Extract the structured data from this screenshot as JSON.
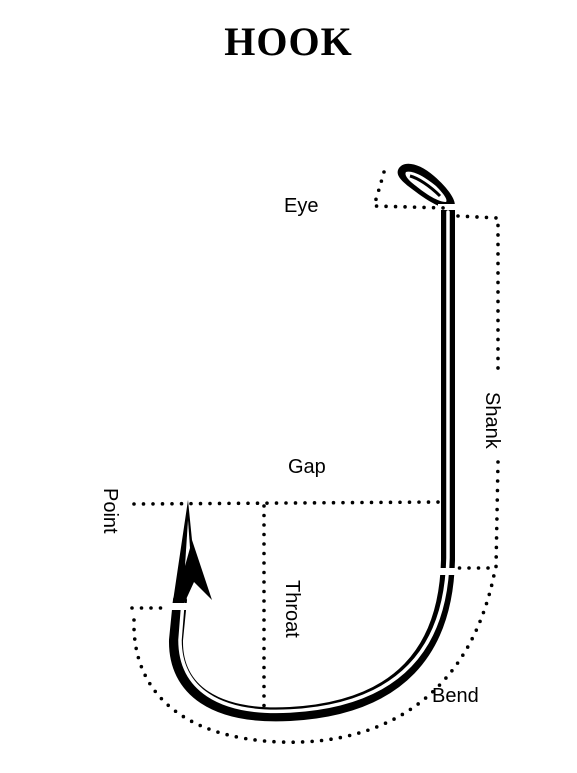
{
  "title": "HOOK",
  "labels": {
    "eye": "Eye",
    "shank": "Shank",
    "gap": "Gap",
    "point": "Point",
    "throat": "Throat",
    "bend": "Bend"
  },
  "colors": {
    "ink": "#000000",
    "background": "#ffffff"
  }
}
